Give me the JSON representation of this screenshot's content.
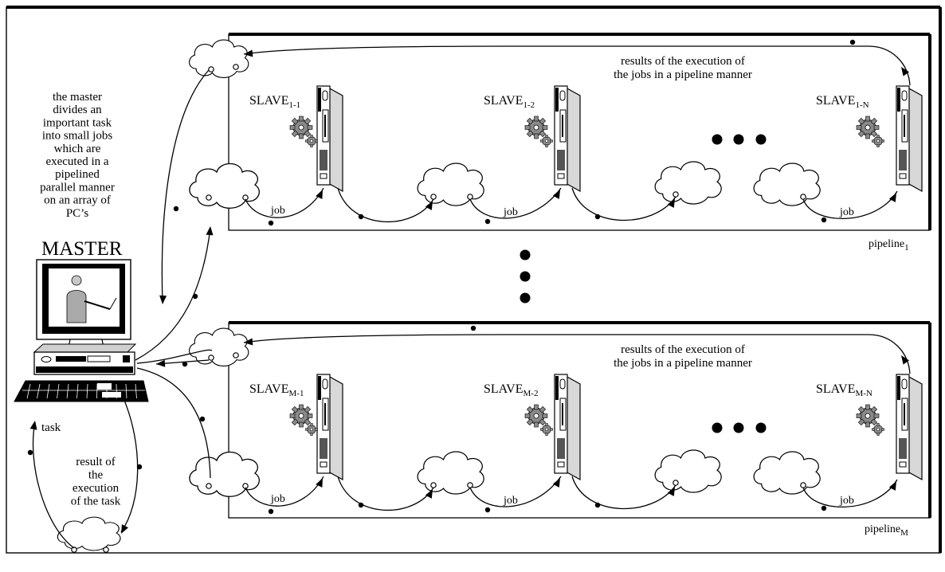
{
  "master": {
    "label": "MASTER",
    "description_lines": [
      "the master",
      "divides an",
      "important task",
      "into small jobs",
      "which are",
      "executed in a",
      "pipelined",
      "parallel manner",
      "on an array of",
      "PC’s"
    ]
  },
  "task_label": "task",
  "result_lines": [
    "result of",
    "the",
    "execution",
    "of the task"
  ],
  "results_lines": [
    "results of the execution of",
    "the jobs in a pipeline manner"
  ],
  "job_label": "job",
  "pipelines": [
    {
      "name": "pipeline",
      "sub": "1",
      "slaves": [
        {
          "name": "SLAVE",
          "sub": "1-1"
        },
        {
          "name": "SLAVE",
          "sub": "1-2"
        },
        {
          "name": "SLAVE",
          "sub": "1-N"
        }
      ]
    },
    {
      "name": "pipeline",
      "sub": "M",
      "slaves": [
        {
          "name": "SLAVE",
          "sub": "M-1"
        },
        {
          "name": "SLAVE",
          "sub": "M-2"
        },
        {
          "name": "SLAVE",
          "sub": "M-N"
        }
      ]
    }
  ]
}
